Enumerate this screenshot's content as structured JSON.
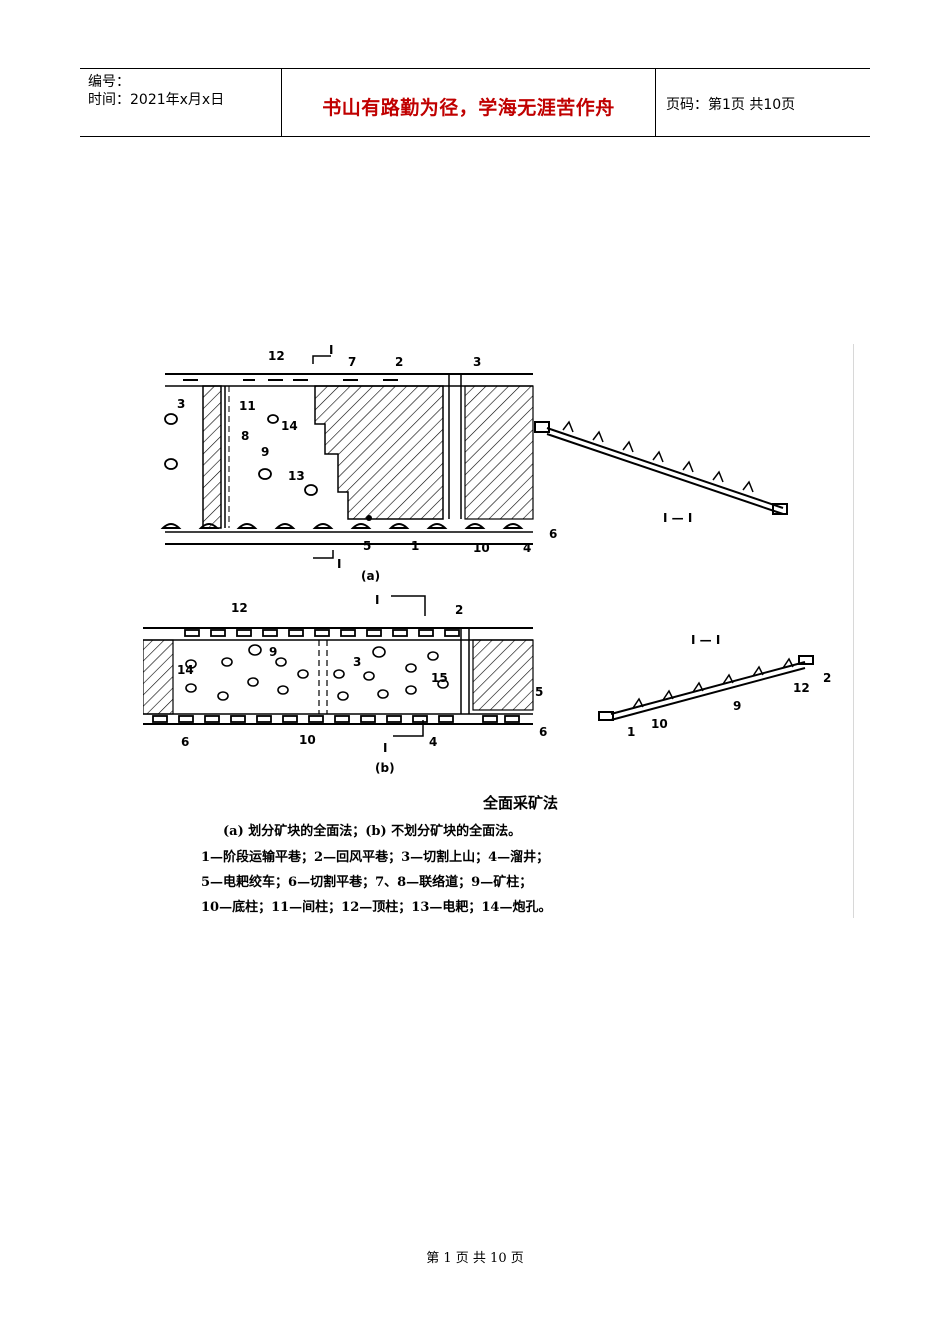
{
  "header": {
    "number_label": "编号：",
    "time_label": "时间：2021年x月x日",
    "motto": "书山有路勤为径，学海无涯苦作舟",
    "page_info": "页码：第1页  共10页"
  },
  "figure": {
    "diagram_a": {
      "sublabel": "(a)",
      "section_label": "I — I",
      "section_marker": "I",
      "numbers": [
        "12",
        "7",
        "2",
        "3",
        "3",
        "11",
        "8",
        "14",
        "9",
        "13",
        "5",
        "1",
        "10",
        "4",
        "6"
      ]
    },
    "diagram_b": {
      "sublabel": "(b)",
      "section_label": "I — I",
      "section_marker": "I",
      "numbers": [
        "12",
        "2",
        "14",
        "9",
        "3",
        "15",
        "5",
        "6",
        "6",
        "10",
        "4",
        "12",
        "2",
        "9",
        "1",
        "10"
      ]
    },
    "caption": {
      "title": "全面采矿法",
      "line1": "(a) 划分矿块的全面法；(b) 不划分矿块的全面法。",
      "line2": "1—阶段运输平巷；2—回风平巷；3—切割上山；4—溜井；",
      "line3": "5—电耙绞车；6—切割平巷；7、8—联络道；9—矿柱；",
      "line4": "10—底柱；11—间柱；12—顶柱；13—电耙；14—炮孔。"
    }
  },
  "footer": {
    "text": "第 1 页 共 10 页"
  }
}
